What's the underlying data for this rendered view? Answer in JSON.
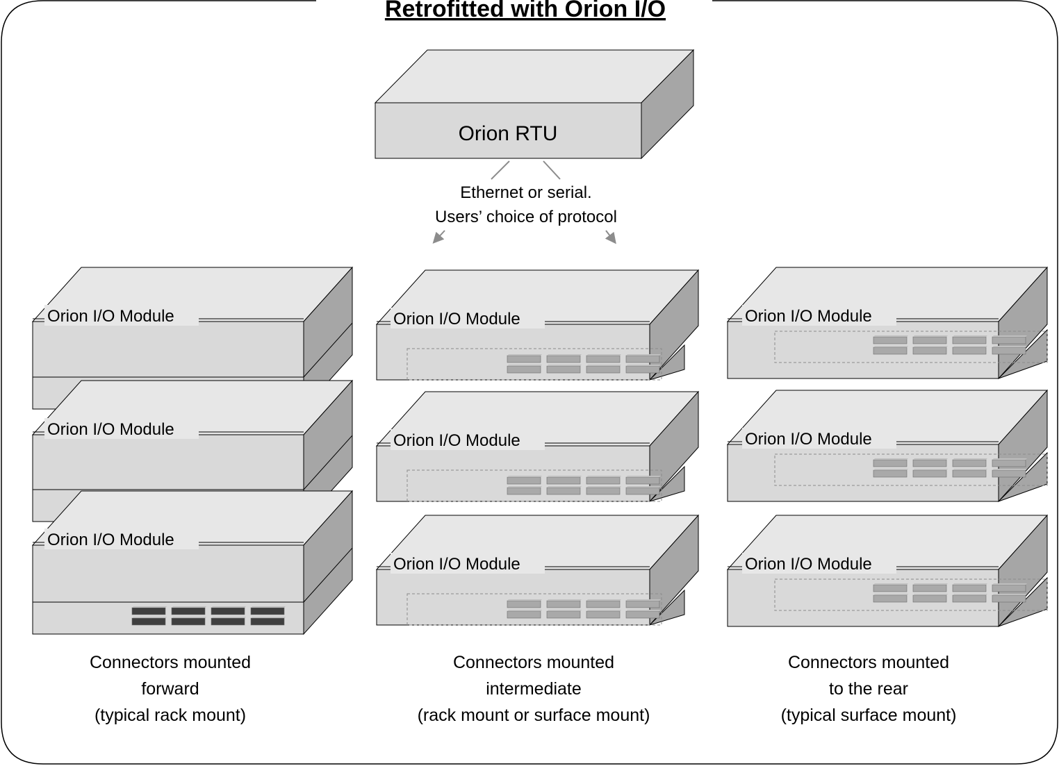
{
  "title": "Retrofitted with Orion I/O",
  "rtu": {
    "label": "Orion RTU"
  },
  "link": {
    "line1": "Ethernet or serial.",
    "line2": "Users’ choice of protocol"
  },
  "module_label": "Orion I/O Module",
  "columns": [
    {
      "mount": "forward",
      "caption": [
        "Connectors mounted",
        "forward",
        "(typical rack mount)"
      ]
    },
    {
      "mount": "intermediate",
      "caption": [
        "Connectors mounted",
        "intermediate",
        "(rack mount or surface mount)"
      ]
    },
    {
      "mount": "rear",
      "caption": [
        "Connectors mounted",
        "to the rear",
        "(typical surface mount)"
      ]
    }
  ],
  "colors": {
    "box_front": "#d9d9d9",
    "box_top": "#e7e7e7",
    "box_side": "#a6a6a6",
    "connector_dark": "#3f3f3f",
    "connector_light": "#a9a9a9",
    "border": "#000000",
    "arrow": "#8c8c8c"
  }
}
